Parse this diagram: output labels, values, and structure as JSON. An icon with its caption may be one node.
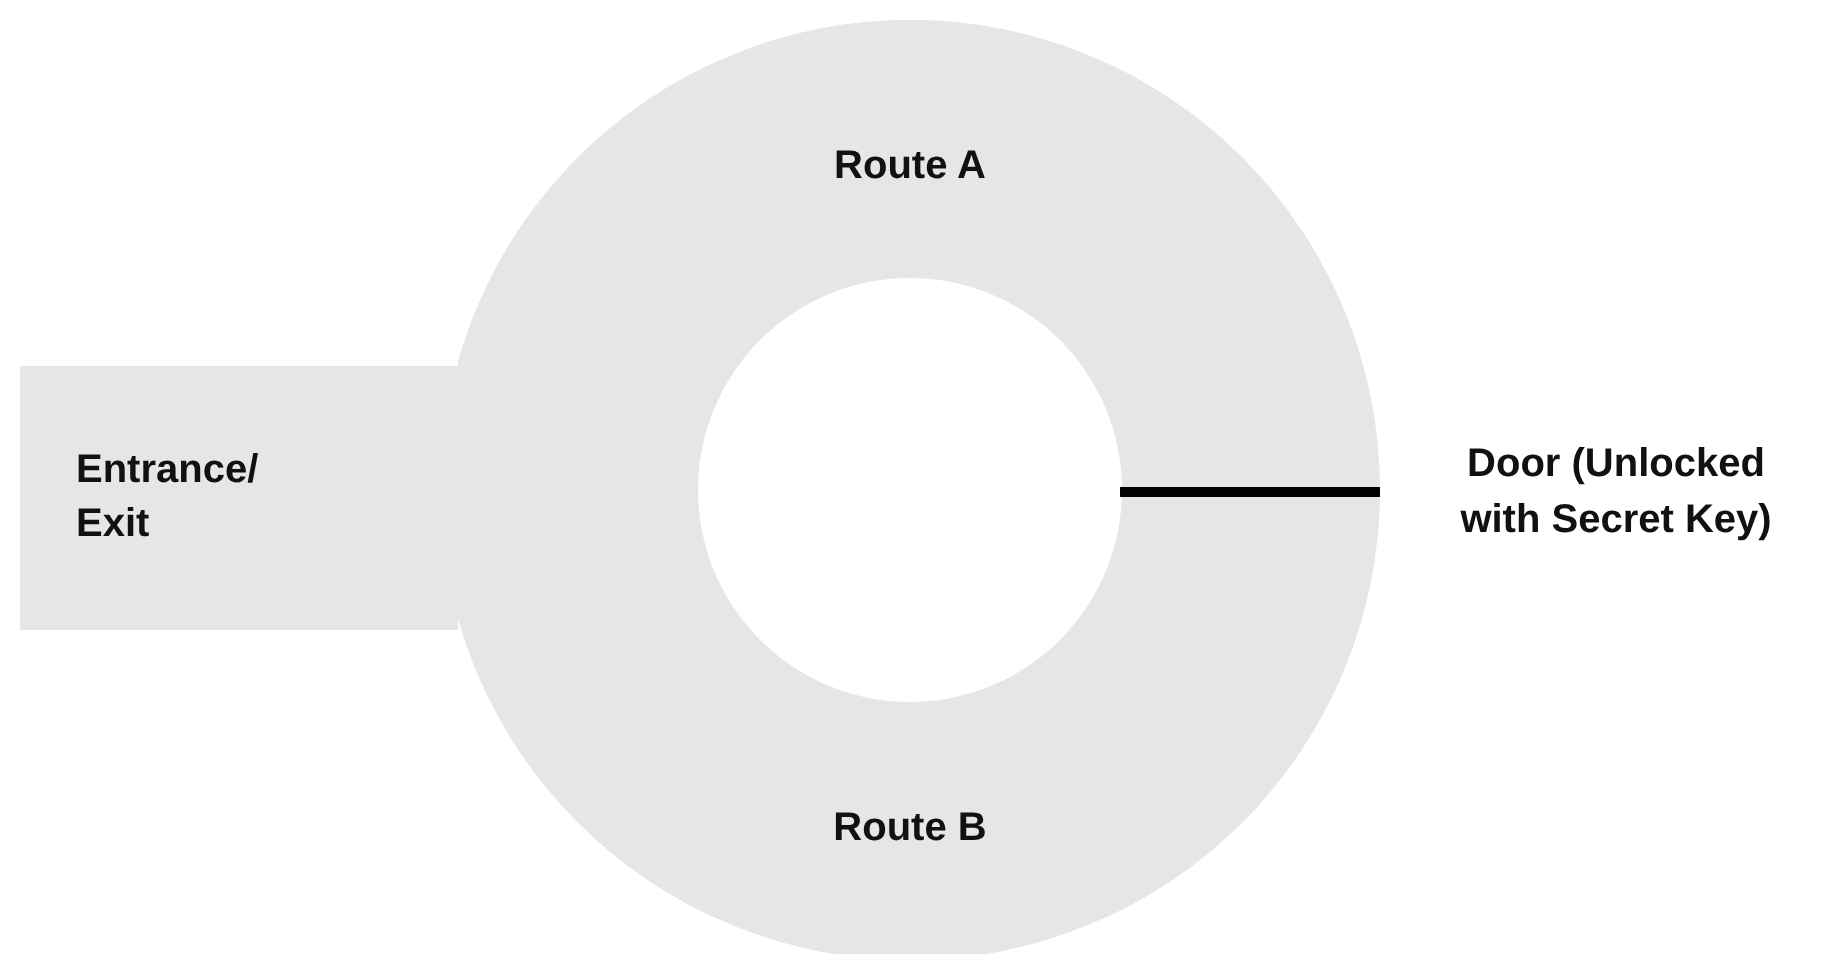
{
  "diagram": {
    "nodes": [
      {
        "text": [
          "Entrance/ Exit"
        ]
      },
      {
        "text": [
          "Route A",
          "Route B"
        ]
      }
    ],
    "labels": [
      "Door (Unlocked with Secret Key)"
    ]
  }
}
